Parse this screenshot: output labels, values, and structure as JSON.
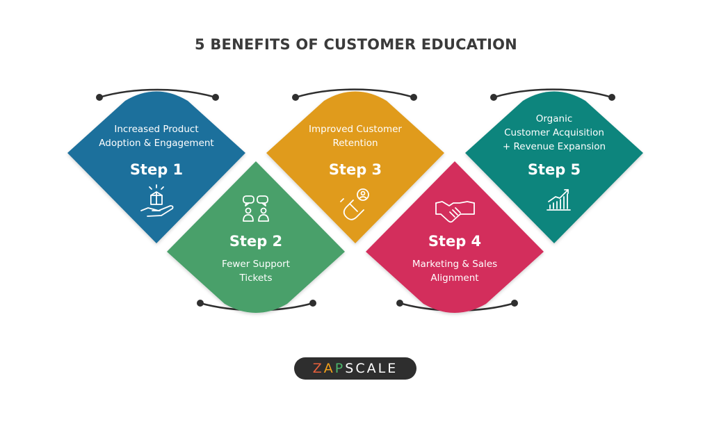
{
  "title": "5 BENEFITS OF CUSTOMER EDUCATION",
  "steps": [
    {
      "step": "Step 1",
      "text": [
        "Increased Product",
        "Adoption & Engagement"
      ],
      "color": "#1d6f9c",
      "icon": "box-in-hand-icon"
    },
    {
      "step": "Step 2",
      "text": [
        "Fewer Support",
        "Tickets"
      ],
      "color": "#48a06a",
      "icon": "people-chat-icon"
    },
    {
      "step": "Step 3",
      "text": [
        "Improved Customer",
        "Retention"
      ],
      "color": "#e09b1c",
      "icon": "magnet-person-icon"
    },
    {
      "step": "Step 4",
      "text": [
        "Marketing & Sales",
        "Alignment"
      ],
      "color": "#d32e5b",
      "icon": "handshake-icon"
    },
    {
      "step": "Step 5",
      "text": [
        "Organic",
        "Customer Acquisition",
        "+ Revenue Expansion"
      ],
      "color": "#10857d",
      "icon": "growth-chart-icon"
    }
  ],
  "logo": {
    "text": "ZAPSCALE",
    "accent_colors": [
      "#e8603c",
      "#f3a21a",
      "#4db36b"
    ]
  }
}
